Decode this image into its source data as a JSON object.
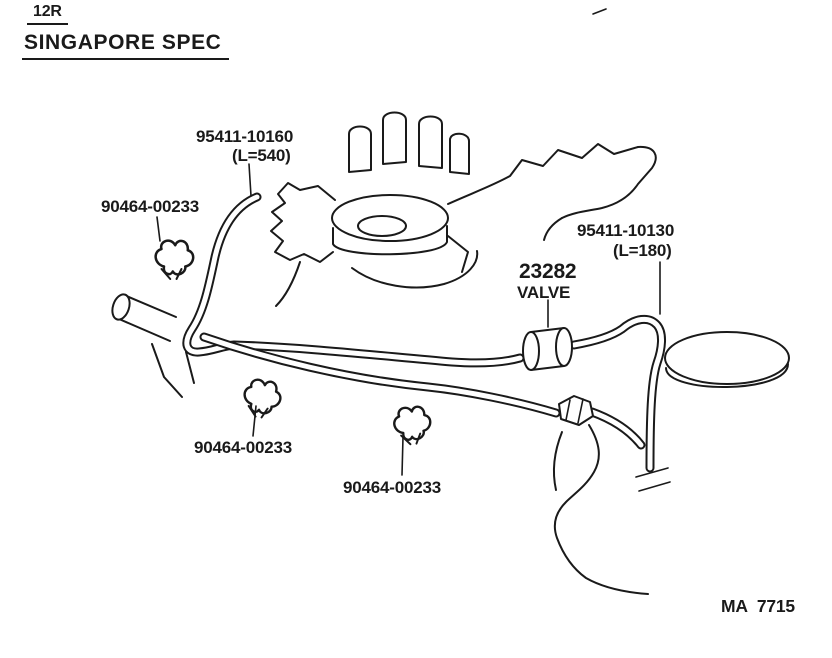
{
  "header": {
    "model_code": "12R",
    "spec_title": "SINGAPORE SPEC"
  },
  "callouts": {
    "hose_upper": {
      "part_number": "95411-10160",
      "length": "(L=540)"
    },
    "clamp_left": {
      "part_number": "90464-00233"
    },
    "hose_right": {
      "part_number": "95411-10130",
      "length": "(L=180)"
    },
    "valve": {
      "part_number": "23282",
      "part_name": "VALVE"
    },
    "clamp_middle": {
      "part_number": "90464-00233"
    },
    "clamp_bottom": {
      "part_number": "90464-00233"
    }
  },
  "footer": {
    "figure_code": "MA 7715"
  },
  "colors": {
    "ink": "#1a1a1a",
    "paper": "#ffffff"
  }
}
